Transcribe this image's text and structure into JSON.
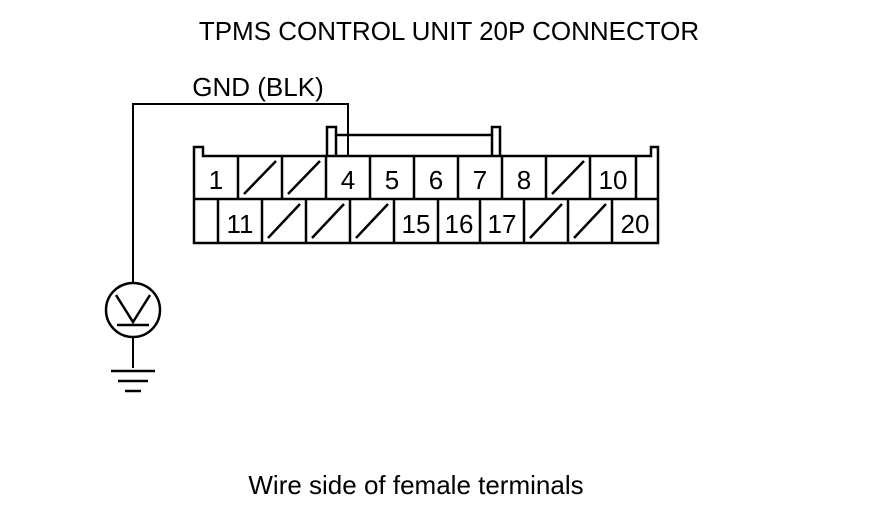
{
  "title": "TPMS CONTROL UNIT 20P CONNECTOR",
  "wire_label": "GND (BLK)",
  "caption": "Wire side of female terminals",
  "connector": {
    "top_row": [
      "1",
      "",
      "",
      "4",
      "5",
      "6",
      "7",
      "8",
      "",
      "10",
      ""
    ],
    "bottom_row": [
      "",
      "11",
      "",
      "",
      "",
      "15",
      "16",
      "17",
      "",
      "",
      "20"
    ]
  },
  "meter_icon": "voltmeter-icon",
  "ground_icon": "ground-icon"
}
